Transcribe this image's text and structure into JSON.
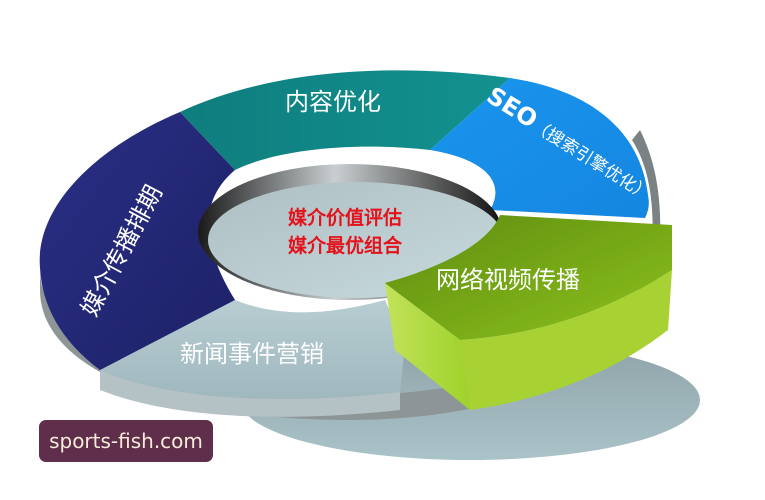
{
  "diagram": {
    "type": "3d-ring",
    "center": {
      "line1": "媒介价值评估",
      "line2": "媒介最优组合",
      "color": "#e3121b"
    },
    "segments": [
      {
        "id": "content",
        "label": "内容优化",
        "color": "#0e8a87"
      },
      {
        "id": "seo",
        "label": "SEO（搜索引擎优化）",
        "label_latin": "SEO",
        "label_cn": "（搜索引擎优化）",
        "color": "#1a8fe8"
      },
      {
        "id": "video",
        "label": "网络视频传播",
        "color": "#6c9e12"
      },
      {
        "id": "news",
        "label": "新闻事件营销",
        "color": "#a9c2c8"
      },
      {
        "id": "media",
        "label": "媒介传播排期",
        "color": "#232a78"
      }
    ]
  },
  "watermark": {
    "text": "sports-fish.com",
    "background": "#5f2e4a"
  }
}
